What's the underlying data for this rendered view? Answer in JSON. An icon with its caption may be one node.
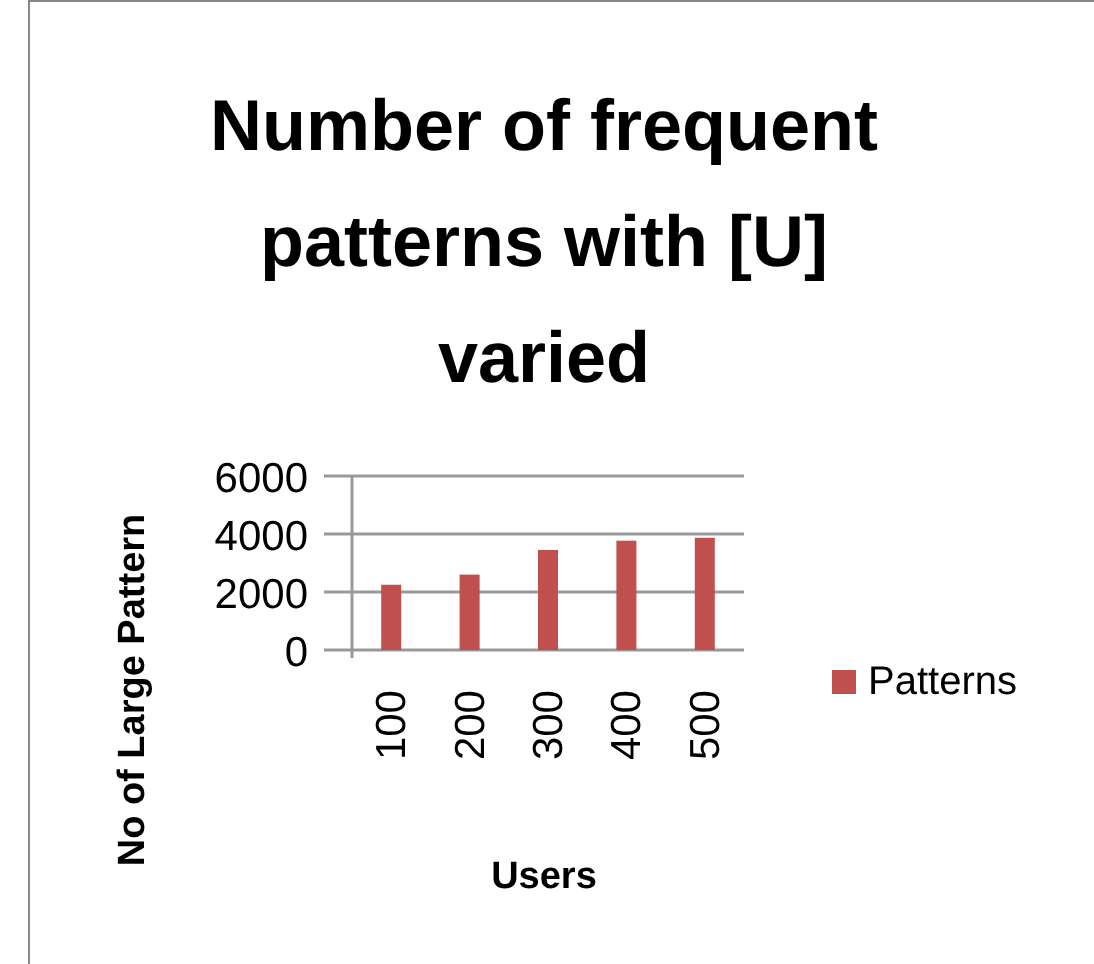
{
  "diagram": {
    "chart_data": {
      "type": "bar",
      "title": "Number of frequent patterns with [U] varied",
      "xlabel": "Users",
      "ylabel": "No of Large Pattern",
      "categories": [
        "100",
        "200",
        "300",
        "400",
        "500"
      ],
      "series": [
        {
          "name": "Patterns",
          "color": "#c0504d",
          "values": [
            2250,
            2600,
            3450,
            3770,
            3870
          ]
        }
      ],
      "ylim": [
        0,
        6000
      ],
      "yticks": [
        0,
        2000,
        4000,
        6000
      ]
    }
  }
}
